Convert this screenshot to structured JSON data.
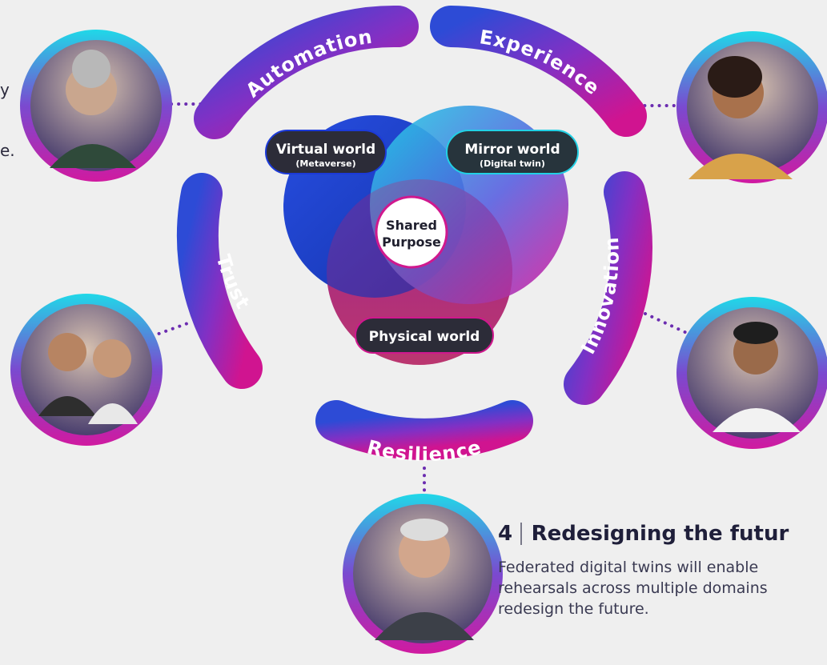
{
  "left_text_fragments": [
    "y",
    "e."
  ],
  "ring_segments": [
    {
      "key": "automation",
      "label": "Automation"
    },
    {
      "key": "experience",
      "label": "Experience"
    },
    {
      "key": "innovation",
      "label": "Innovation"
    },
    {
      "key": "resilience",
      "label": "Resilience"
    },
    {
      "key": "trust",
      "label": "Trust"
    }
  ],
  "worlds": {
    "virtual": {
      "label": "Virtual world",
      "sub": "(Metaverse)"
    },
    "mirror": {
      "label": "Mirror world",
      "sub": "(Digital twin)"
    },
    "physical": {
      "label": "Physical world"
    },
    "center": {
      "line1": "Shared",
      "line2": "Purpose"
    }
  },
  "portraits": [
    {
      "key": "automation",
      "desc": "woman-with-glasses"
    },
    {
      "key": "experience",
      "desc": "smiling-woman"
    },
    {
      "key": "trust",
      "desc": "group-of-students"
    },
    {
      "key": "innovation",
      "desc": "man-at-laptop"
    },
    {
      "key": "resilience",
      "desc": "older-man"
    }
  ],
  "caption": {
    "number": "4",
    "title": "Redesigning the futur",
    "body_lines": [
      "Federated digital twins will enable",
      "rehearsals across multiple domains",
      "redesign the future."
    ]
  },
  "colors": {
    "blue": "#3a3fd0",
    "purple": "#7b2fc0",
    "magenta": "#c4189a",
    "cyan": "#1ec8e0",
    "dark_label": "#2c2c38"
  }
}
